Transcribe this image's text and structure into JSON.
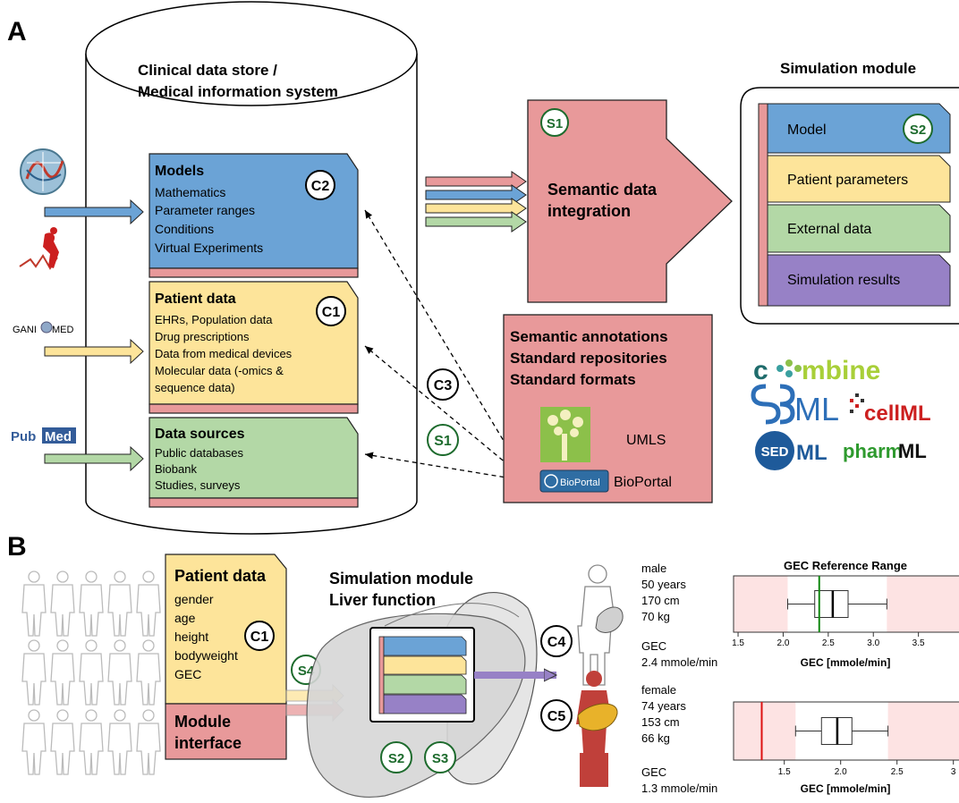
{
  "panel_a": {
    "label": "A",
    "store_title_1": "Clinical data store /",
    "store_title_2": "Medical information system",
    "models": {
      "title": "Models",
      "items": [
        "Mathematics",
        "Parameter ranges",
        "Conditions",
        "Virtual Experiments"
      ],
      "badge": "C2"
    },
    "patient_data": {
      "title": "Patient data",
      "items": [
        "EHRs, Population data",
        "Drug prescriptions",
        "Data from medical devices",
        "Molecular data (-omics &",
        "sequence data)"
      ],
      "badge": "C1"
    },
    "data_sources": {
      "title": "Data sources",
      "items": [
        "Public databases",
        "Biobank",
        "Studies, surveys"
      ]
    },
    "left_logos": {
      "ganimed_1": "GANI",
      "ganimed_2": "MED",
      "pubmed_1": "Pub",
      "pubmed_2": "Med"
    },
    "c3_badge": "C3",
    "s1_badge_lower": "S1",
    "integration": {
      "badge": "S1",
      "line1": "Semantic data",
      "line2": "integration"
    },
    "simulation_module": {
      "title": "Simulation module",
      "rows": [
        "Model",
        "Patient parameters",
        "External data",
        "Simulation results"
      ],
      "badge": "S2"
    },
    "semantic_box": {
      "line1": "Semantic annotations",
      "line2": "Standard repositories",
      "line3": "Standard formats",
      "umls": "UMLS",
      "bioportal": "BioPortal",
      "bioportal_logo": "BioPortal"
    },
    "standards": {
      "combine_1": "c",
      "combine_2": "mbine",
      "sbml": "ML",
      "cellml": "cellML",
      "sedml_1": "SED",
      "sedml_2": "ML",
      "pharmml_1": "pharm",
      "pharmml_2": "ML"
    }
  },
  "panel_b": {
    "label": "B",
    "patient_data": {
      "title": "Patient data",
      "items": [
        "gender",
        "age",
        "height",
        "bodyweight",
        "GEC"
      ],
      "badge": "C1"
    },
    "module_interface_1": "Module",
    "module_interface_2": "interface",
    "s4_badge": "S4",
    "liver_title_1": "Simulation module",
    "liver_title_2": "Liver function",
    "s2_badge": "S2",
    "s3_badge": "S3",
    "c4_badge": "C4",
    "c5_badge": "C5",
    "male": {
      "lines": [
        "male",
        "50 years",
        "170 cm",
        "70 kg"
      ],
      "gec_label": "GEC",
      "gec_value": "2.4 mmole/min"
    },
    "female": {
      "lines": [
        "female",
        "74 years",
        "153 cm",
        "66 kg"
      ],
      "gec_label": "GEC",
      "gec_value": "1.3 mmole/min"
    }
  },
  "chart_data": [
    {
      "type": "boxplot",
      "title": "GEC Reference Range",
      "xlabel": "GEC [mmole/min]",
      "xlim": [
        1.45,
        3.95
      ],
      "ticks": [
        1.5,
        2.0,
        2.5,
        3.0,
        3.5
      ],
      "tick_labels": [
        "1.5",
        "2.0",
        "2.5",
        "3.0",
        "3.5"
      ],
      "normal_range": [
        2.05,
        3.15
      ],
      "box": {
        "whisker_low": 2.05,
        "q1": 2.35,
        "median": 2.55,
        "q3": 2.72,
        "whisker_high": 3.15
      },
      "marker": 2.4,
      "marker_color": "#118811",
      "shade_color": "#fde3e3"
    },
    {
      "type": "boxplot",
      "xlabel": "GEC [mmole/min]",
      "xlim": [
        1.05,
        3.05
      ],
      "ticks": [
        1.5,
        2.0,
        2.5,
        3.0
      ],
      "tick_labels": [
        "1.5",
        "2.0",
        "2.5",
        "3"
      ],
      "normal_range": [
        1.6,
        2.42
      ],
      "box": {
        "whisker_low": 1.6,
        "q1": 1.83,
        "median": 1.97,
        "q3": 2.1,
        "whisker_high": 2.42
      },
      "marker": 1.3,
      "marker_color": "#dd1111",
      "shade_color": "#fde3e3"
    }
  ],
  "colors": {
    "blue": "#6ba3d6",
    "yellow": "#fde49a",
    "green": "#b3d8a6",
    "red": "#e8999a",
    "purple": "#9781c6",
    "badge_green": "#1d6b2d"
  }
}
